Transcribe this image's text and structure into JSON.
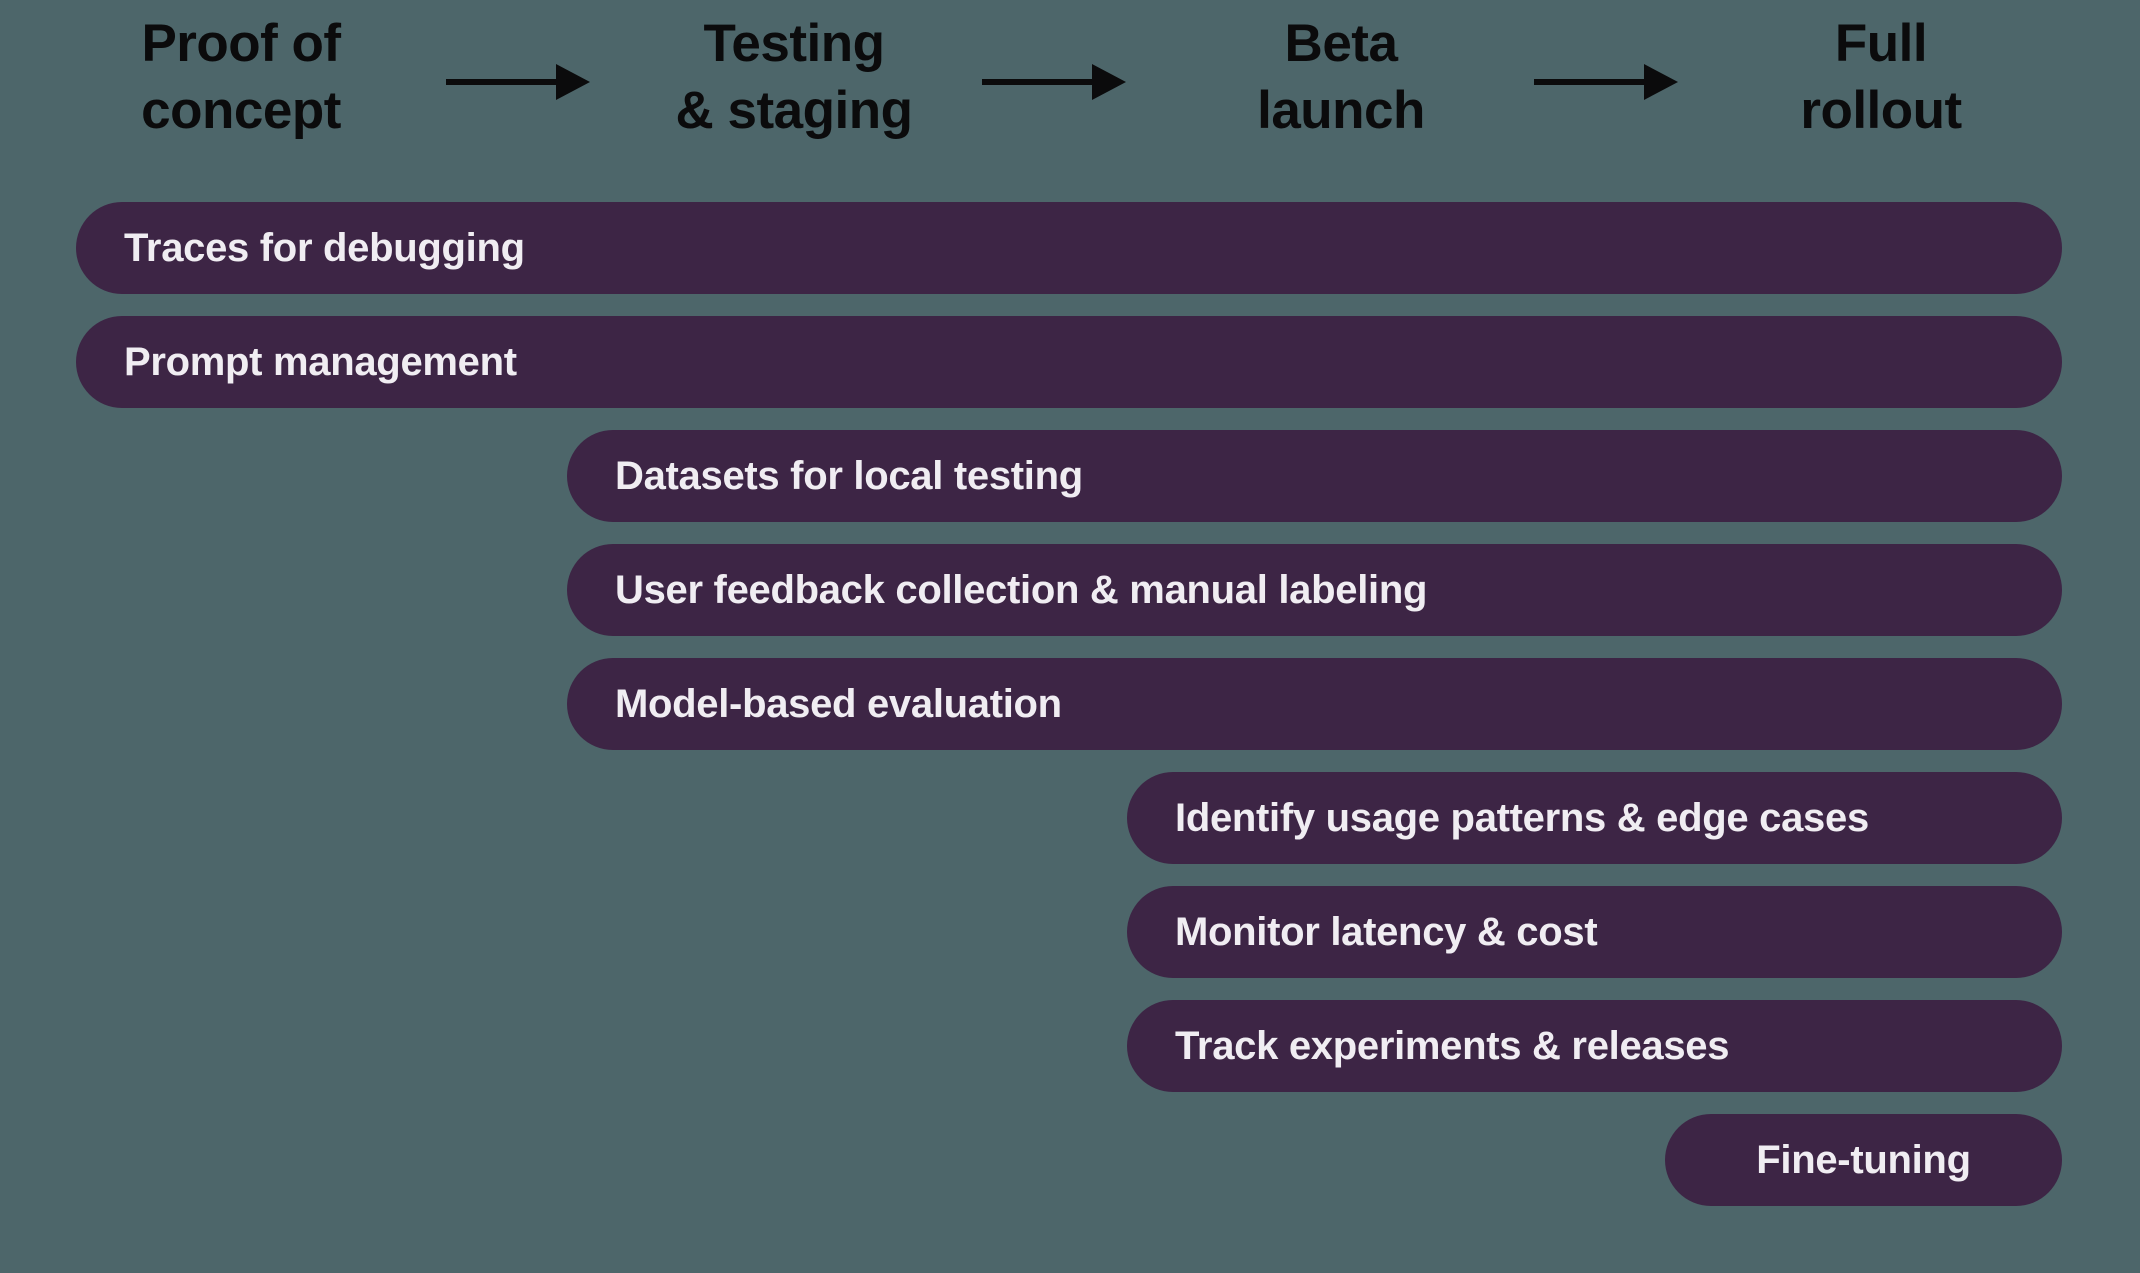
{
  "colors": {
    "background": "#4D666A",
    "bar_fill": "#3D2545",
    "bar_text": "#F0EDF2",
    "header_text": "#0B0B0C",
    "arrow": "#0B0B0C"
  },
  "phases": [
    {
      "label": "Proof of concept",
      "line1": "Proof of",
      "line2": "concept"
    },
    {
      "label": "Testing & staging",
      "line1": "Testing",
      "line2": "& staging"
    },
    {
      "label": "Beta launch",
      "line1": "Beta",
      "line2": "launch"
    },
    {
      "label": "Full rollout",
      "line1": "Full",
      "line2": "rollout"
    }
  ],
  "bars": [
    {
      "label": "Traces for debugging",
      "start_phase": "Proof of concept",
      "end_phase": "Full rollout"
    },
    {
      "label": "Prompt management",
      "start_phase": "Proof of concept",
      "end_phase": "Full rollout"
    },
    {
      "label": "Datasets for local testing",
      "start_phase": "Testing & staging",
      "end_phase": "Full rollout"
    },
    {
      "label": "User feedback collection & manual labeling",
      "start_phase": "Testing & staging",
      "end_phase": "Full rollout"
    },
    {
      "label": "Model-based evaluation",
      "start_phase": "Testing & staging",
      "end_phase": "Full rollout"
    },
    {
      "label": "Identify usage patterns & edge cases",
      "start_phase": "Beta launch",
      "end_phase": "Full rollout"
    },
    {
      "label": "Monitor latency & cost",
      "start_phase": "Beta launch",
      "end_phase": "Full rollout"
    },
    {
      "label": "Track experiments & releases",
      "start_phase": "Beta launch",
      "end_phase": "Full rollout"
    },
    {
      "label": "Fine-tuning",
      "start_phase": "Full rollout",
      "end_phase": "Full rollout"
    }
  ]
}
